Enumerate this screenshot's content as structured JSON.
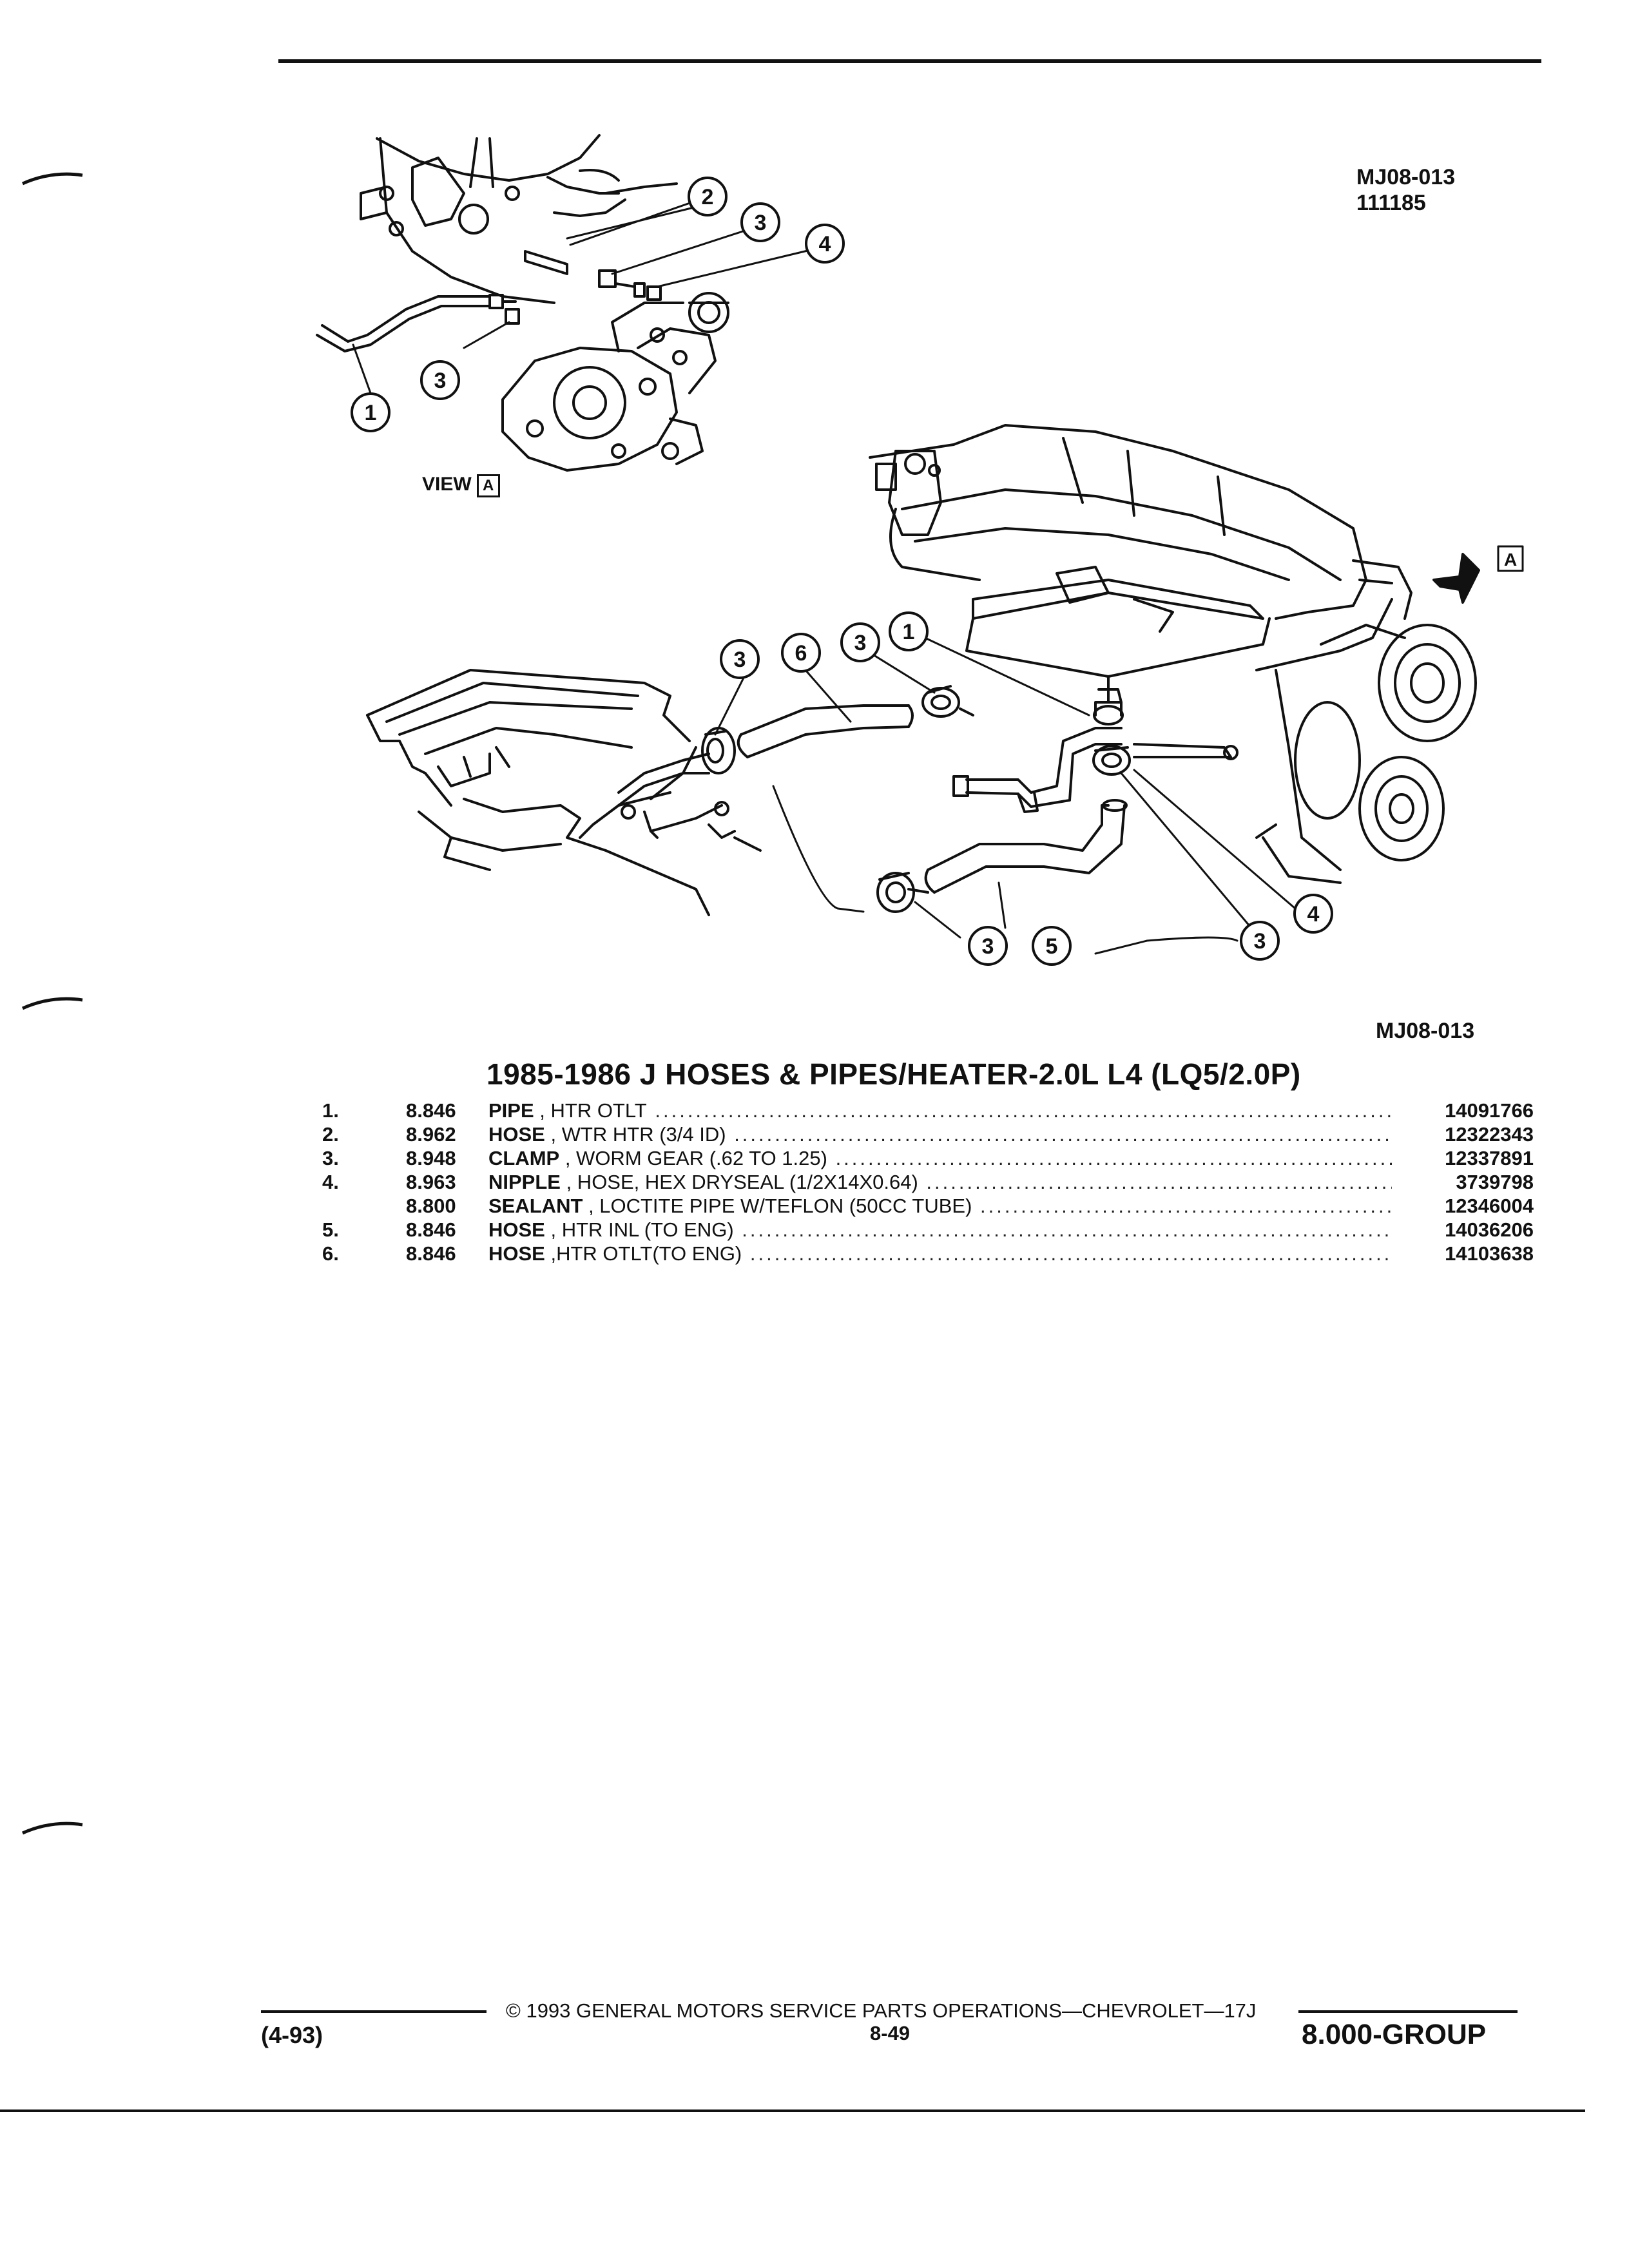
{
  "diagram_codes": {
    "top_code": "MJ08-013",
    "top_date": "111185",
    "bottom_code": "MJ08-013"
  },
  "view_label": {
    "text": "VIEW",
    "box": "A"
  },
  "callouts": [
    "1",
    "2",
    "3",
    "4",
    "5",
    "6"
  ],
  "title": "1985-1986 J HOSES & PIPES/HEATER-2.0L L4 (LQ5/2.0P)",
  "parts": [
    {
      "num": "1.",
      "group": "8.846",
      "name": "PIPE",
      "desc": " , HTR OTLT",
      "part_no": "14091766"
    },
    {
      "num": "2.",
      "group": "8.962",
      "name": "HOSE",
      "desc": " , WTR HTR (3/4 ID)",
      "part_no": "12322343"
    },
    {
      "num": "3.",
      "group": "8.948",
      "name": "CLAMP",
      "desc": " , WORM GEAR (.62 TO 1.25)",
      "part_no": "12337891"
    },
    {
      "num": "4.",
      "group": "8.963",
      "name": "NIPPLE",
      "desc": " , HOSE, HEX DRYSEAL (1/2X14X0.64)",
      "part_no": "3739798"
    },
    {
      "num": "",
      "group": "8.800",
      "name": "SEALANT",
      "desc": " , LOCTITE PIPE W/TEFLON (50CC TUBE)",
      "part_no": "12346004"
    },
    {
      "num": "5.",
      "group": "8.846",
      "name": "HOSE",
      "desc": " , HTR INL (TO ENG)",
      "part_no": "14036206"
    },
    {
      "num": "6.",
      "group": "8.846",
      "name": "HOSE",
      "desc": " ,HTR OTLT(TO ENG)",
      "part_no": "14103638"
    }
  ],
  "footer": {
    "revision": "(4-93)",
    "copyright": "© 1993 GENERAL MOTORS SERVICE PARTS OPERATIONS—CHEVROLET—17J",
    "page": "8-49",
    "group": "8.000-GROUP"
  }
}
